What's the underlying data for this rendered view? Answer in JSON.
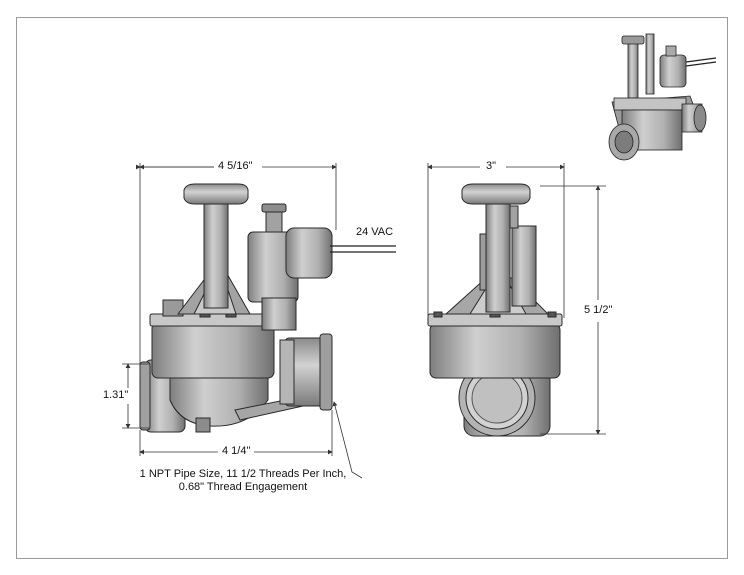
{
  "drawing": {
    "dimensions": {
      "overall_width": "4 5/16\"",
      "overall_depth": "3\"",
      "overall_height": "5 1/2\"",
      "inlet_height": "1.31\"",
      "base_length": "4 1/4\""
    },
    "labels": {
      "voltage": "24 VAC",
      "note_line1": "1 NPT Pipe Size, 11 1/2 Threads Per Inch,",
      "note_line2": "0.68\" Thread Engagement"
    }
  },
  "colors": {
    "body_fill": "#b9b9b9",
    "shade_fill": "#8e8e8e",
    "light_fill": "#d6d6d6",
    "outline": "#2a2a2a",
    "dim_line": "#333333"
  }
}
